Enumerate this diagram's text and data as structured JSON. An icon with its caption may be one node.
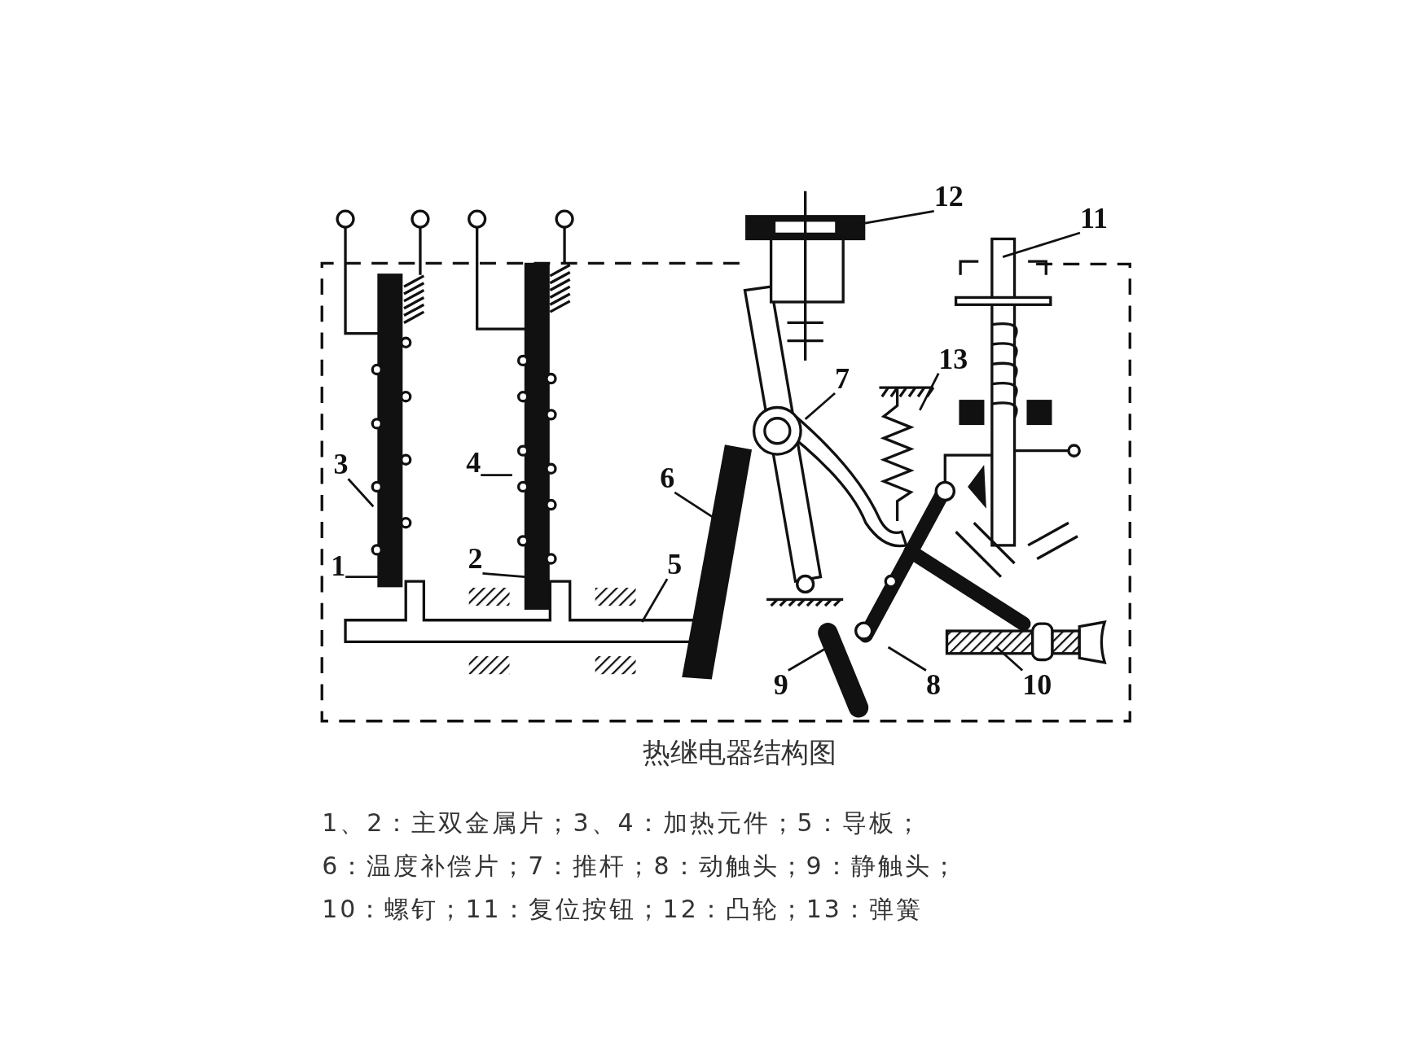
{
  "diagram": {
    "caption": "热继电器结构图",
    "nodes": [
      {
        "text": [
          "12"
        ]
      },
      {
        "text": [
          "11"
        ]
      },
      {
        "text": [
          "13"
        ]
      },
      {
        "text": [
          "7"
        ]
      },
      {
        "text": [
          "3"
        ]
      },
      {
        "text": [
          "4"
        ]
      },
      {
        "text": [
          "6"
        ]
      },
      {
        "text": [
          "1"
        ]
      },
      {
        "text": [
          "2"
        ]
      },
      {
        "text": [
          "5"
        ]
      },
      {
        "text": [
          "9"
        ]
      },
      {
        "text": [
          "8"
        ]
      },
      {
        "text": [
          "10"
        ]
      }
    ],
    "edges": [
      {
        "from": 0,
        "to": null,
        "arrow": "none"
      },
      {
        "from": 1,
        "to": null,
        "arrow": "none"
      },
      {
        "from": 2,
        "to": null,
        "arrow": "none"
      },
      {
        "from": 3,
        "to": null,
        "arrow": "none"
      },
      {
        "from": 4,
        "to": null,
        "arrow": "none"
      },
      {
        "from": 5,
        "to": null,
        "arrow": "none"
      },
      {
        "from": 6,
        "to": null,
        "arrow": "none"
      },
      {
        "from": 7,
        "to": null,
        "arrow": "none"
      },
      {
        "from": 8,
        "to": null,
        "arrow": "none"
      },
      {
        "from": 9,
        "to": null,
        "arrow": "none"
      },
      {
        "from": 10,
        "to": null,
        "arrow": "none"
      },
      {
        "from": 11,
        "to": null,
        "arrow": "none"
      },
      {
        "from": 12,
        "to": null,
        "arrow": "none"
      }
    ],
    "labels": [
      "1、2：主双金属片；3、4：加热元件；5：导板；",
      "6：温度补偿片；7：推杆；8：动触头；9：静触头；",
      "10：螺钉；11：复位按钮；12：凸轮；13：弹簧"
    ]
  }
}
